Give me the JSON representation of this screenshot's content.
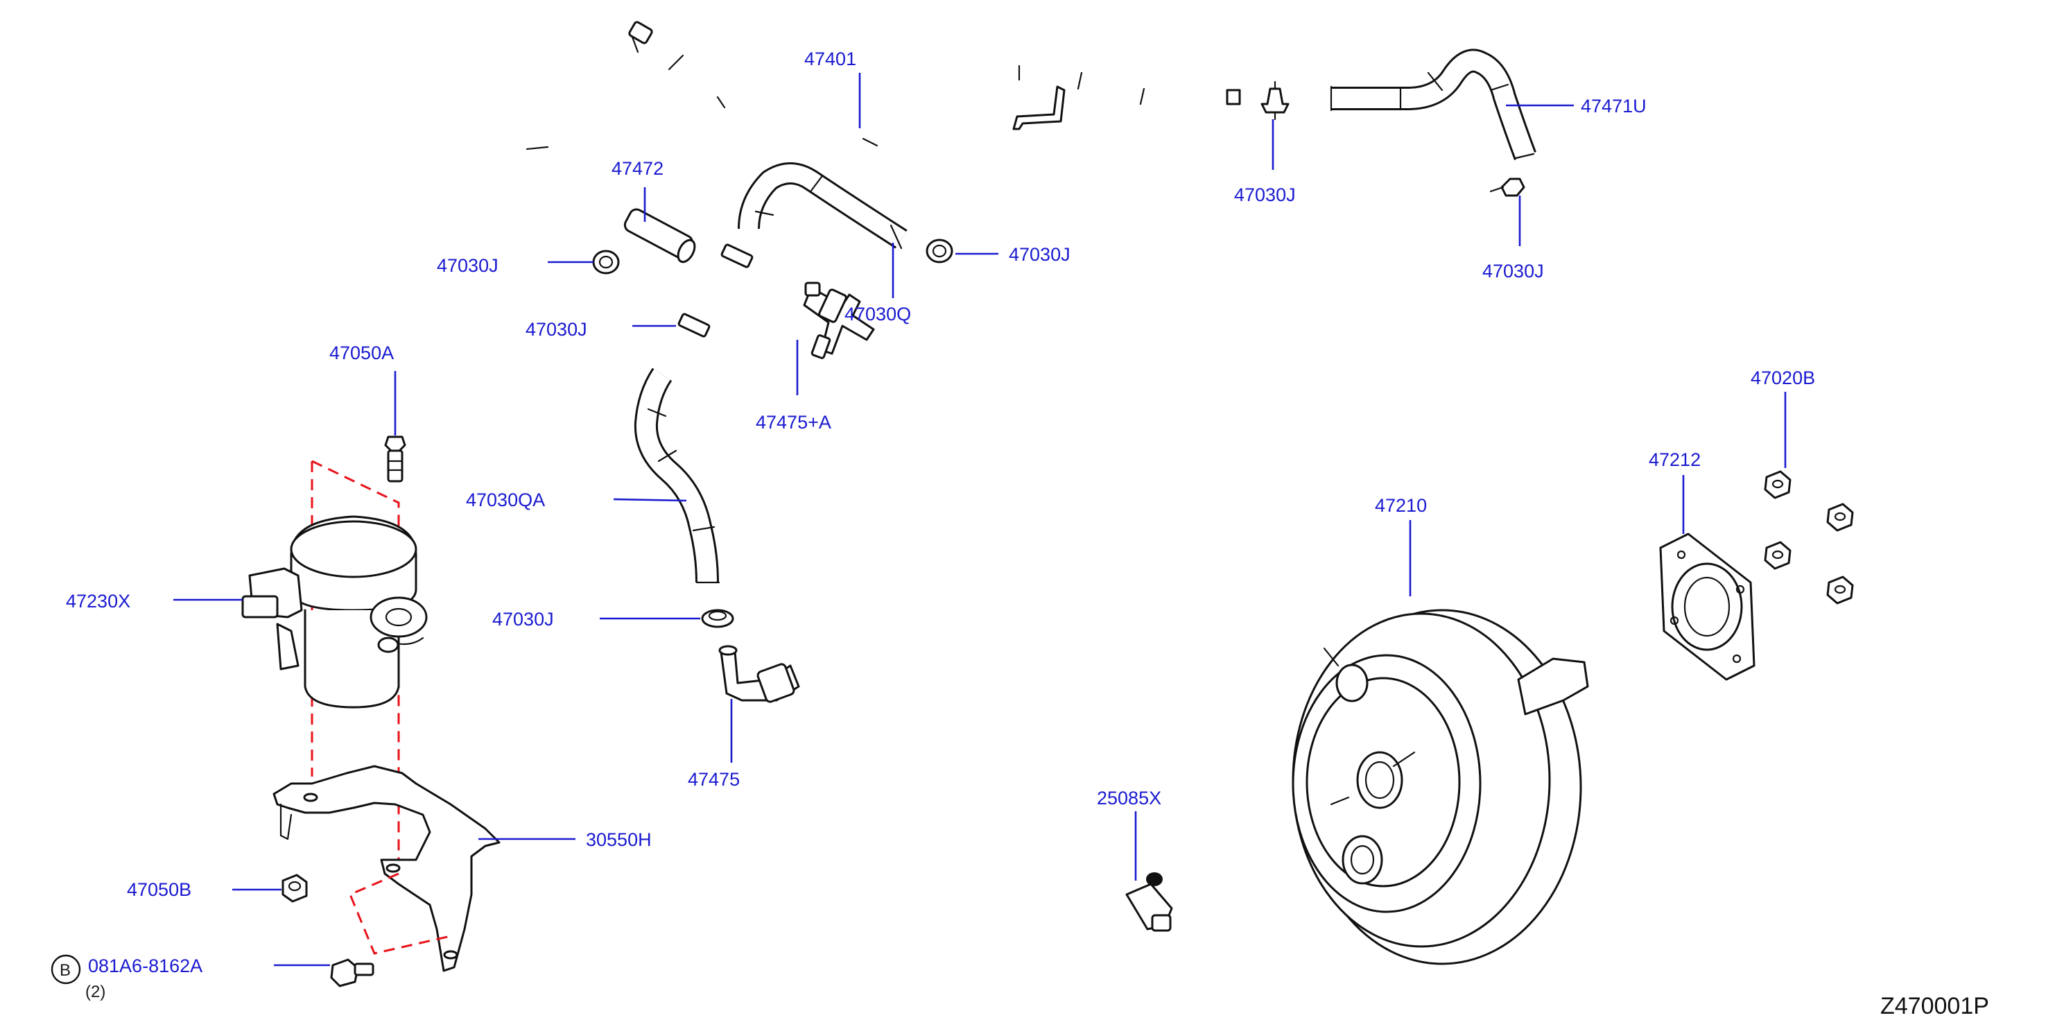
{
  "diagram": {
    "diagram_code": "Z470001P",
    "colors": {
      "label": "#1a1ad0",
      "leader": "#1a1ad0",
      "outline": "#111111",
      "dashed_assembly_line": "#e8121a"
    },
    "parts": [
      {
        "id": "p47401",
        "part_number": "47401"
      },
      {
        "id": "p47472",
        "part_number": "47472"
      },
      {
        "id": "p47030j_a",
        "part_number": "47030J"
      },
      {
        "id": "p47030j_b",
        "part_number": "47030J"
      },
      {
        "id": "p47030j_c",
        "part_number": "47030J"
      },
      {
        "id": "p47030j_d",
        "part_number": "47030J"
      },
      {
        "id": "p47030j_e",
        "part_number": "47030J"
      },
      {
        "id": "p47030j_f",
        "part_number": "47030J"
      },
      {
        "id": "p47030q",
        "part_number": "47030Q"
      },
      {
        "id": "p47475a",
        "part_number": "47475+A"
      },
      {
        "id": "p47471u",
        "part_number": "47471U"
      },
      {
        "id": "p47050a",
        "part_number": "47050A"
      },
      {
        "id": "p47030qa",
        "part_number": "47030QA"
      },
      {
        "id": "p47230x",
        "part_number": "47230X"
      },
      {
        "id": "p47475",
        "part_number": "47475"
      },
      {
        "id": "p30550h",
        "part_number": "30550H"
      },
      {
        "id": "p47050b",
        "part_number": "47050B"
      },
      {
        "id": "p081a6",
        "part_number": "081A6-8162A",
        "callout": "B",
        "quantity": "(2)"
      },
      {
        "id": "p25085x",
        "part_number": "25085X"
      },
      {
        "id": "p47210",
        "part_number": "47210"
      },
      {
        "id": "p47212",
        "part_number": "47212"
      },
      {
        "id": "p47020b",
        "part_number": "47020B"
      }
    ]
  }
}
